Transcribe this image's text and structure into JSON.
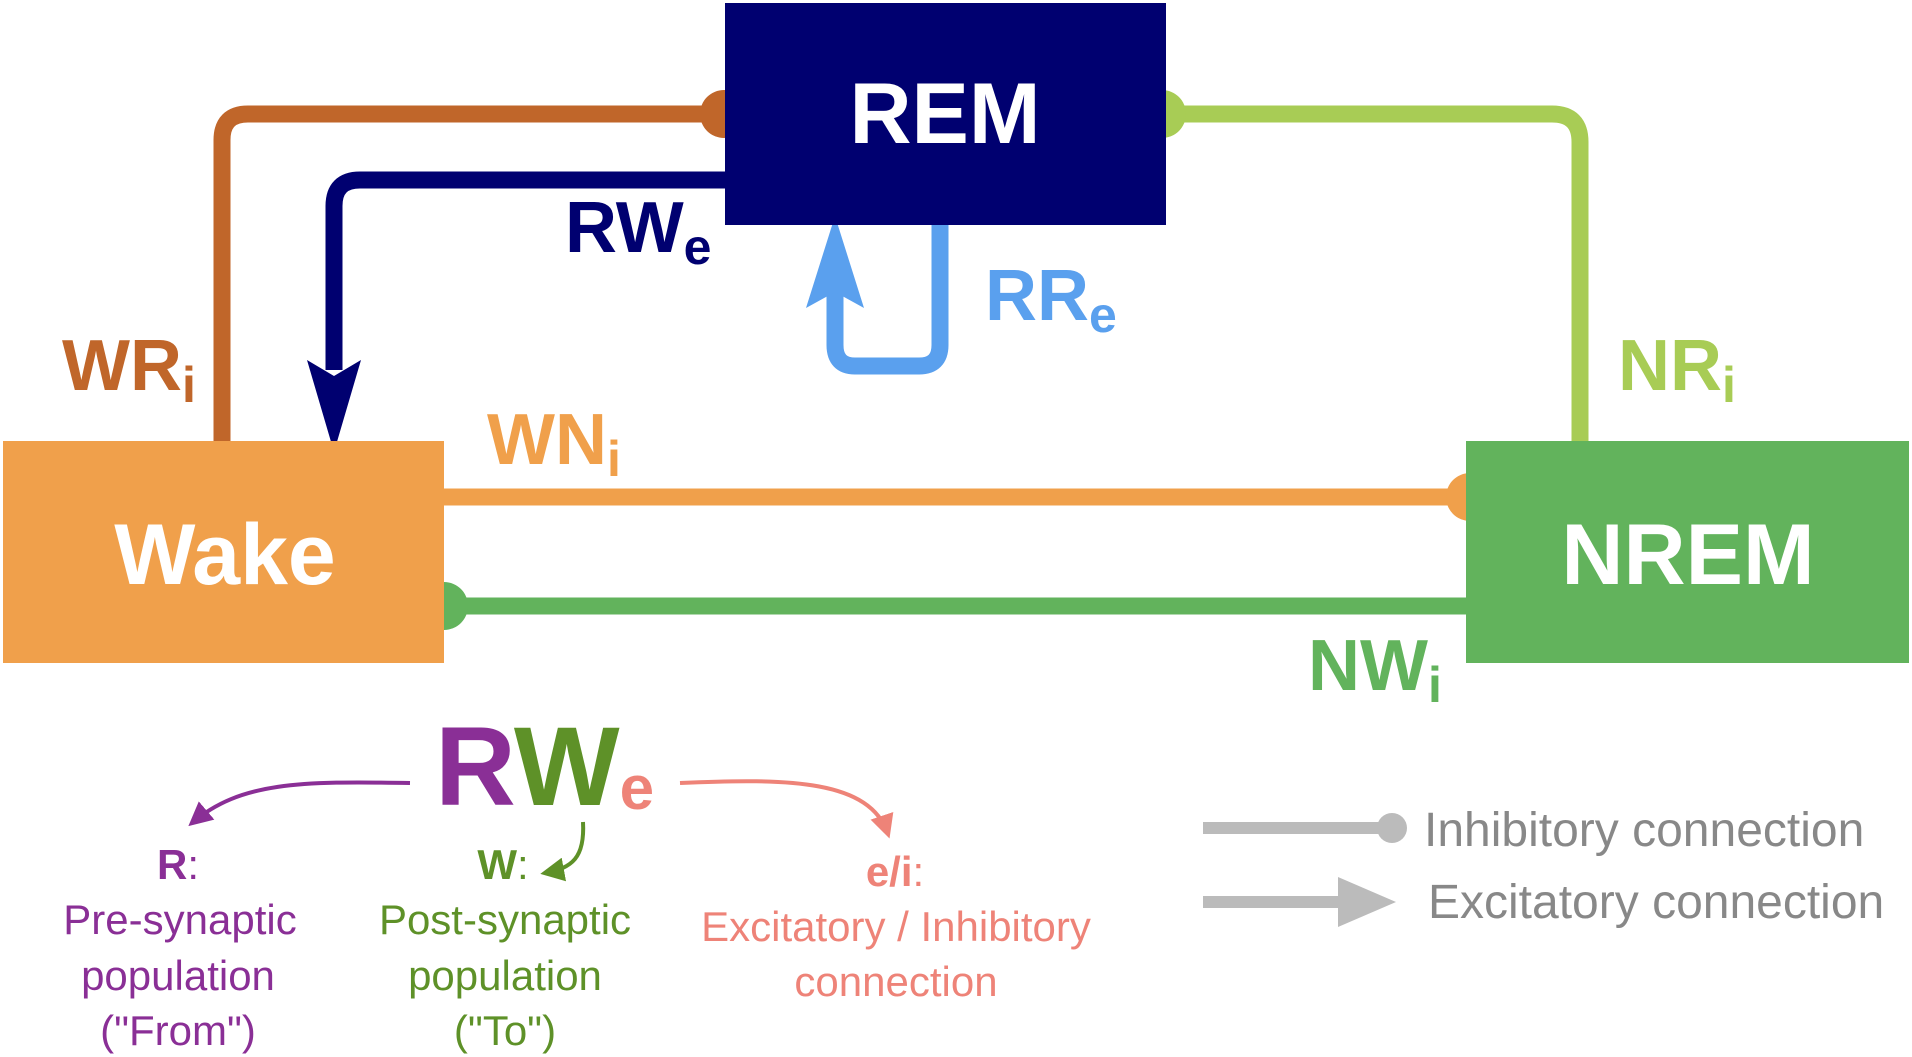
{
  "nodes": {
    "rem": {
      "label": "REM",
      "color": "#000070"
    },
    "wake": {
      "label": "Wake",
      "color": "#f0a04b"
    },
    "nrem": {
      "label": "NREM",
      "color": "#62b35c"
    }
  },
  "connections": {
    "wr": {
      "main": "WR",
      "sub": "i",
      "color": "#c0662a",
      "type": "inhibitory",
      "from": "Wake",
      "to": "REM"
    },
    "rw": {
      "main": "RW",
      "sub": "e",
      "color": "#000070",
      "type": "excitatory",
      "from": "REM",
      "to": "Wake"
    },
    "rr": {
      "main": "RR",
      "sub": "e",
      "color": "#5aa0ee",
      "type": "excitatory",
      "from": "REM",
      "to": "REM"
    },
    "nr": {
      "main": "NR",
      "sub": "i",
      "color": "#a8cc55",
      "type": "inhibitory",
      "from": "NREM",
      "to": "REM"
    },
    "wn": {
      "main": "WN",
      "sub": "i",
      "color": "#f0a04b",
      "type": "inhibitory",
      "from": "Wake",
      "to": "NREM"
    },
    "nw": {
      "main": "NW",
      "sub": "i",
      "color": "#62b35c",
      "type": "inhibitory",
      "from": "NREM",
      "to": "Wake"
    }
  },
  "key": {
    "example": {
      "r": "R",
      "w": "W",
      "e": "e"
    },
    "colors": {
      "pre": "#8a2f96",
      "post": "#5e9128",
      "type": "#ee8378"
    },
    "pre": {
      "letter": "R",
      "colon": ":",
      "line1": "Pre-synaptic",
      "line2": "population",
      "line3": "(\"From\")"
    },
    "post": {
      "letter": "W",
      "colon": ":",
      "line1": "Post-synaptic",
      "line2": "population",
      "line3": "(\"To\")"
    },
    "type": {
      "letter": "e/i",
      "colon": ":",
      "line1": "Excitatory / Inhibitory",
      "line2": "connection"
    }
  },
  "legend": {
    "color": "#bbbbbb",
    "inhibitory": "Inhibitory connection",
    "excitatory": "Excitatory connection"
  }
}
